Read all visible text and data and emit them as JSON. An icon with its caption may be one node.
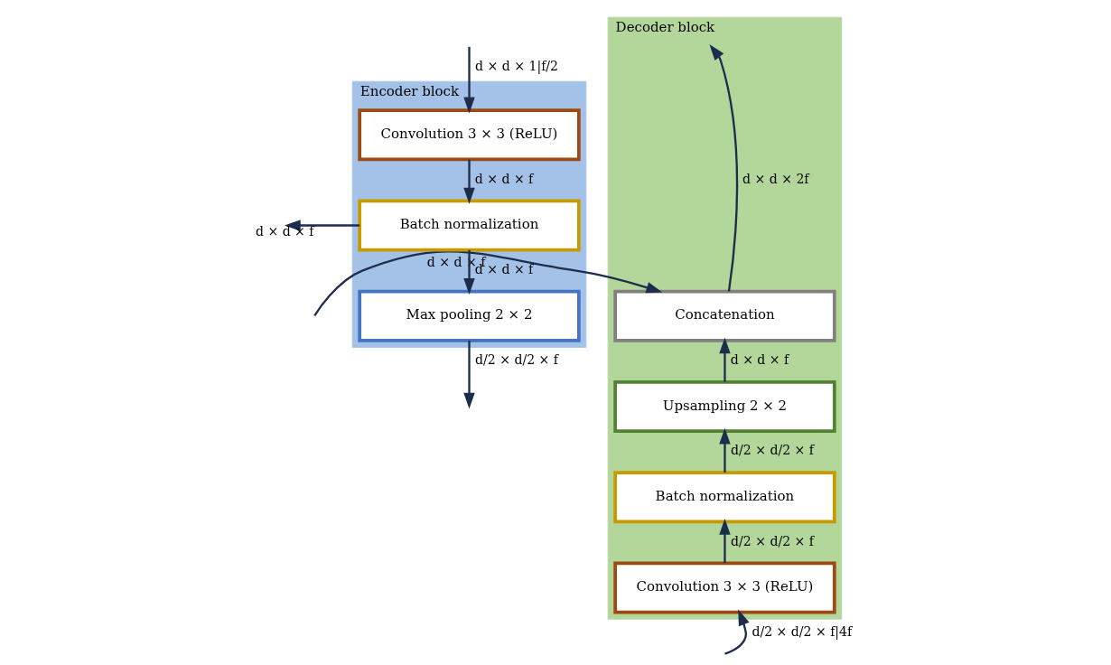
{
  "diagram": {
    "nodes": [
      {
        "text": [
          "Encoder block"
        ]
      },
      {
        "text": [
          "Convolution 3 × 3 (ReLU)"
        ],
        "in": 0
      },
      {
        "text": [
          "Batch normalization"
        ],
        "in": 0
      },
      {
        "text": [
          "Max pooling 2 × 2"
        ],
        "in": 0
      },
      {
        "text": [
          "Decoder block"
        ]
      },
      {
        "text": [
          "Concatenation"
        ],
        "in": 4
      },
      {
        "text": [
          "Upsampling 2 × 2"
        ],
        "in": 4
      },
      {
        "text": [
          "Batch normalization"
        ],
        "in": 4
      },
      {
        "text": [
          "Convolution 3 × 3 (ReLU)"
        ],
        "in": 4
      }
    ],
    "edges": [
      {
        "from": null,
        "to": 1,
        "arrow": "to",
        "label": "d × d × 1|f/2"
      },
      {
        "from": 1,
        "to": 2,
        "arrow": "to",
        "label": "d × d × f"
      },
      {
        "from": 2,
        "to": 3,
        "arrow": "to",
        "label": "d × d × f"
      },
      {
        "from": 3,
        "to": null,
        "arrow": "to",
        "label": "d/2 × d/2 × f"
      },
      {
        "from": 2,
        "to": null,
        "arrow": "to",
        "label": "d × d × f"
      },
      {
        "from": null,
        "to": 5,
        "arrow": "to",
        "label": "d × d × f"
      },
      {
        "from": 8,
        "to": 7,
        "arrow": "to",
        "label": "d/2 × d/2 × f"
      },
      {
        "from": 7,
        "to": 6,
        "arrow": "to",
        "label": "d/2 × d/2 × f"
      },
      {
        "from": 6,
        "to": 5,
        "arrow": "to",
        "label": "d × d × f"
      },
      {
        "from": null,
        "to": 8,
        "arrow": "to",
        "label": "d/2 × d/2 × f|4f"
      },
      {
        "from": 5,
        "to": null,
        "arrow": "to",
        "label": "d × d × 2f"
      }
    ]
  }
}
